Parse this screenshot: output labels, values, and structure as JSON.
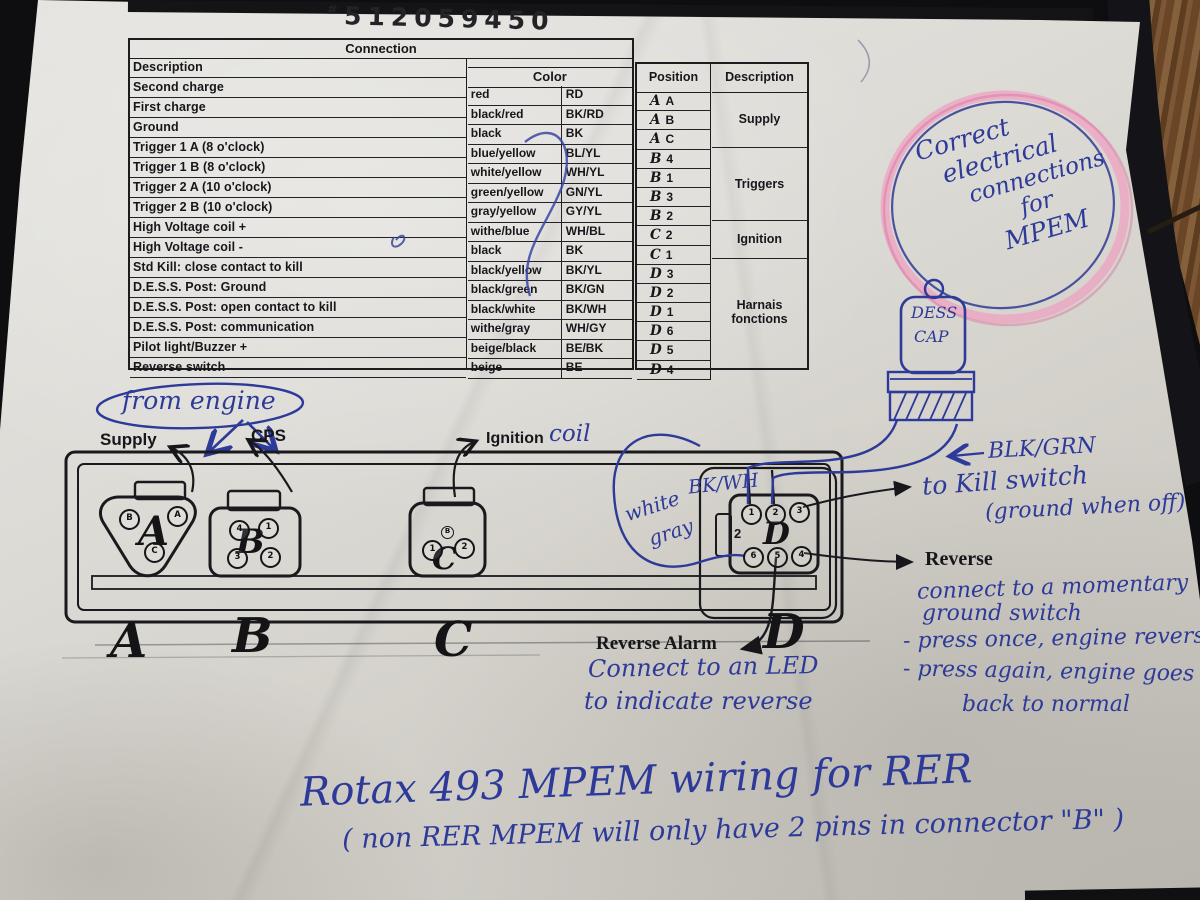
{
  "photo": {
    "part_hash": "#",
    "part_number": "512059450"
  },
  "table": {
    "connection_header": "Connection",
    "description_header": "Description",
    "color_header": "Color",
    "position_header": "Position",
    "right_description_header": "Description",
    "rows": [
      {
        "desc": "Second charge",
        "color_name": "red",
        "color_code": "RD",
        "pos_letter": "A",
        "pos_num": "A"
      },
      {
        "desc": "First charge",
        "color_name": "black/red",
        "color_code": "BK/RD",
        "pos_letter": "A",
        "pos_num": "B"
      },
      {
        "desc": "Ground",
        "color_name": "black",
        "color_code": "BK",
        "pos_letter": "A",
        "pos_num": "C"
      },
      {
        "desc": "Trigger 1 A  (8 o'clock)",
        "color_name": "blue/yellow",
        "color_code": "BL/YL",
        "pos_letter": "B",
        "pos_num": "4"
      },
      {
        "desc": "Trigger 1 B  (8 o'clock)",
        "color_name": "white/yellow",
        "color_code": "WH/YL",
        "pos_letter": "B",
        "pos_num": "1"
      },
      {
        "desc": "Trigger 2 A  (10 o'clock)",
        "color_name": "green/yellow",
        "color_code": "GN/YL",
        "pos_letter": "B",
        "pos_num": "3"
      },
      {
        "desc": "Trigger 2 B  (10 o'clock)",
        "color_name": "gray/yellow",
        "color_code": "GY/YL",
        "pos_letter": "B",
        "pos_num": "2"
      },
      {
        "desc": "High Voltage coil +",
        "color_name": "withe/blue",
        "color_code": "WH/BL",
        "pos_letter": "C",
        "pos_num": "2"
      },
      {
        "desc": "High Voltage coil -",
        "color_name": "black",
        "color_code": "BK",
        "pos_letter": "C",
        "pos_num": "1"
      },
      {
        "desc": "Std Kill: close contact to kill",
        "color_name": "black/yellow",
        "color_code": "BK/YL",
        "pos_letter": "D",
        "pos_num": "3"
      },
      {
        "desc": "D.E.S.S. Post:  Ground",
        "color_name": "black/green",
        "color_code": "BK/GN",
        "pos_letter": "D",
        "pos_num": "2"
      },
      {
        "desc": "D.E.S.S. Post:  open contact to kill",
        "color_name": "black/white",
        "color_code": "BK/WH",
        "pos_letter": "D",
        "pos_num": "1"
      },
      {
        "desc": "D.E.S.S. Post:  communication",
        "color_name": "withe/gray",
        "color_code": "WH/GY",
        "pos_letter": "D",
        "pos_num": "6"
      },
      {
        "desc": "Pilot light/Buzzer +",
        "color_name": "beige/black",
        "color_code": "BE/BK",
        "pos_letter": "D",
        "pos_num": "5"
      },
      {
        "desc": "Reverse switch",
        "color_name": "beige",
        "color_code": "BE",
        "pos_letter": "D",
        "pos_num": "4"
      }
    ],
    "groups": [
      {
        "label": "Supply"
      },
      {
        "label": "Triggers"
      },
      {
        "label": "Ignition"
      },
      {
        "label": "Harnais fonctions"
      }
    ]
  },
  "diagram": {
    "from_engine": "from engine",
    "supply_label": "Supply",
    "cps_label": "CPS",
    "ignition_label": "Ignition",
    "coil_label": "coil",
    "reverse_alarm_label": "Reverse Alarm",
    "reverse_label": "Reverse",
    "bottom_letters": [
      "A",
      "B",
      "C",
      "D"
    ],
    "connector_a": {
      "letter": "A",
      "pins": [
        "B",
        "A",
        "C"
      ]
    },
    "connector_b": {
      "letter": "B",
      "pins": [
        "4",
        "1",
        "3",
        "2"
      ]
    },
    "connector_c": {
      "letter": "C",
      "pins": [
        "B",
        "1",
        "2"
      ]
    },
    "connector_d": {
      "letter": "D",
      "side_label": "2",
      "pins": [
        "1",
        "2",
        "3",
        "6",
        "5",
        "4"
      ]
    },
    "dess_cap_line1": "DESS",
    "dess_cap_line2": "CAP"
  },
  "notes": {
    "bk_wh": "BK/WH",
    "white": "white",
    "gray": "gray",
    "blk_grn": "BLK/GRN",
    "to_kill_switch": "to Kill switch",
    "ground_when_off": "(ground when off)",
    "connect_led_1": "Connect to an LED",
    "connect_led_2": "to indicate reverse",
    "momentary_1": "connect to a momentary",
    "momentary_2": "ground switch",
    "momentary_3": "- press once, engine reverses",
    "momentary_4": "- press again, engine goes",
    "momentary_5": "back to normal",
    "circle_note": [
      "Correct",
      "electrical",
      "connections",
      "for",
      "MPEM"
    ]
  },
  "title": {
    "line1": "Rotax 493 MPEM wiring for RER",
    "line2": "( non RER MPEM will only have 2 pins in connector \"B\" )"
  }
}
